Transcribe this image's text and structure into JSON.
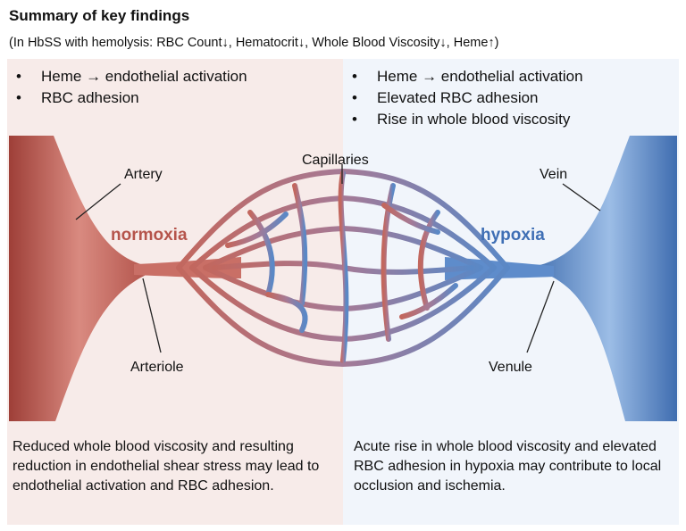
{
  "title": "Summary of key findings",
  "subtitle": "(In HbSS with hemolysis: RBC Count↓, Hematocrit↓, Whole Blood Viscosity↓, Heme↑)",
  "left_panel": {
    "bullets": [
      "Heme → endothelial activation",
      "RBC adhesion"
    ],
    "condition": "normoxia",
    "note": "Reduced whole blood viscosity and resulting reduction in endothelial shear stress may lead to endothelial activation and RBC adhesion."
  },
  "right_panel": {
    "bullets": [
      "Heme → endothelial activation",
      "Elevated RBC adhesion",
      "Rise in whole blood viscosity"
    ],
    "condition": "hypoxia",
    "note": "Acute rise in whole blood viscosity and elevated RBC adhesion in hypoxia may contribute to local occlusion and ischemia."
  },
  "labels": {
    "artery": "Artery",
    "capillaries": "Capillaries",
    "vein": "Vein",
    "arteriole": "Arteriole",
    "venule": "Venule"
  },
  "colors": {
    "arterial_red": "#b5524a",
    "venous_blue": "#4f7fbf",
    "normoxia_text": "#b5544b",
    "hypoxia_text": "#3f6fb5"
  }
}
